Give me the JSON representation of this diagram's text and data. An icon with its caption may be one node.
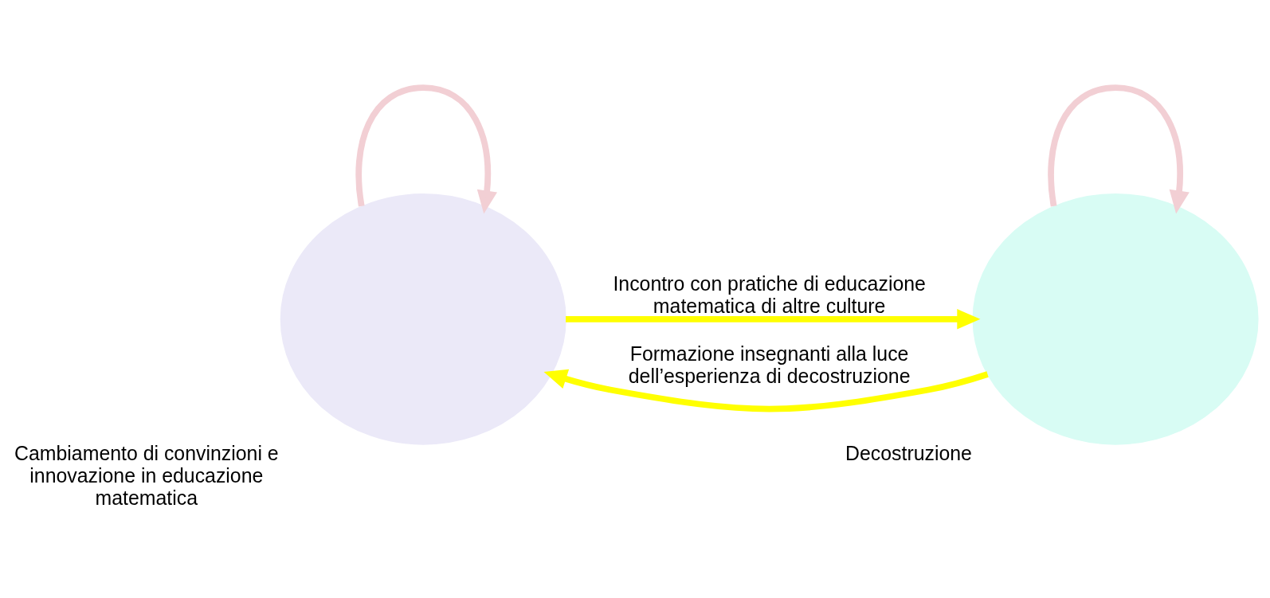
{
  "diagram": {
    "nodes": [
      {
        "text": [],
        "shape": "circle",
        "beside": [
          "Cambiamento di convinzioni e innovazione in educazione matematica"
        ]
      },
      {
        "text": [],
        "shape": "circle",
        "beside": [
          "Decostruzione"
        ]
      }
    ],
    "edges": [
      {
        "from": 0,
        "to": 1,
        "arrow": "to",
        "label": "Incontro con pratiche di educazione matematica di altre culture",
        "color": "#ffff00"
      },
      {
        "from": 1,
        "to": 0,
        "arrow": "to",
        "label": "Formazione insegnanti alla luce dell’esperienza di decostruzione",
        "color": "#ffff00"
      },
      {
        "from": 0,
        "to": 0,
        "arrow": "to",
        "color": "#f2cfd4"
      },
      {
        "from": 1,
        "to": 1,
        "arrow": "to",
        "color": "#f2cfd4"
      }
    ]
  }
}
